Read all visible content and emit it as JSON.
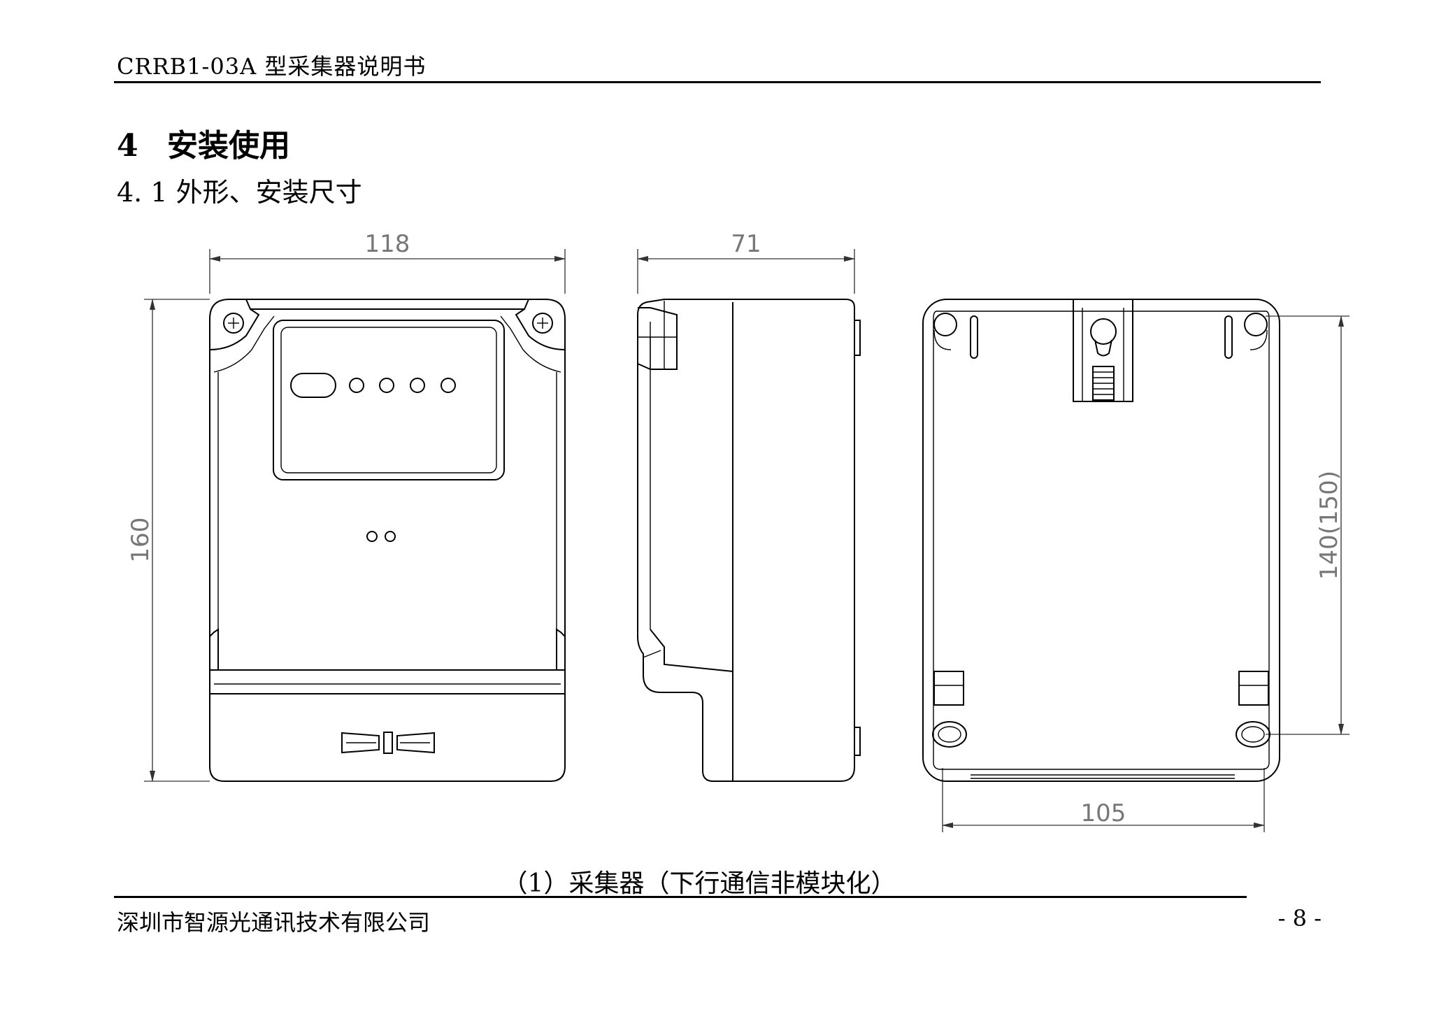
{
  "header": {
    "doc_title": "CRRB1-03A 型采集器说明书"
  },
  "section": {
    "number": "4",
    "title": "安装使用"
  },
  "subsection": {
    "title": "4. 1 外形、安装尺寸"
  },
  "figure": {
    "caption": "（1）采集器（下行通信非模块化）",
    "dimensions": {
      "front_width": "118",
      "front_height": "160",
      "side_depth": "71",
      "back_width": "105",
      "back_height": "140(150)"
    }
  },
  "footer": {
    "company": "深圳市智源光通讯技术有限公司",
    "page": "- 8 -"
  }
}
